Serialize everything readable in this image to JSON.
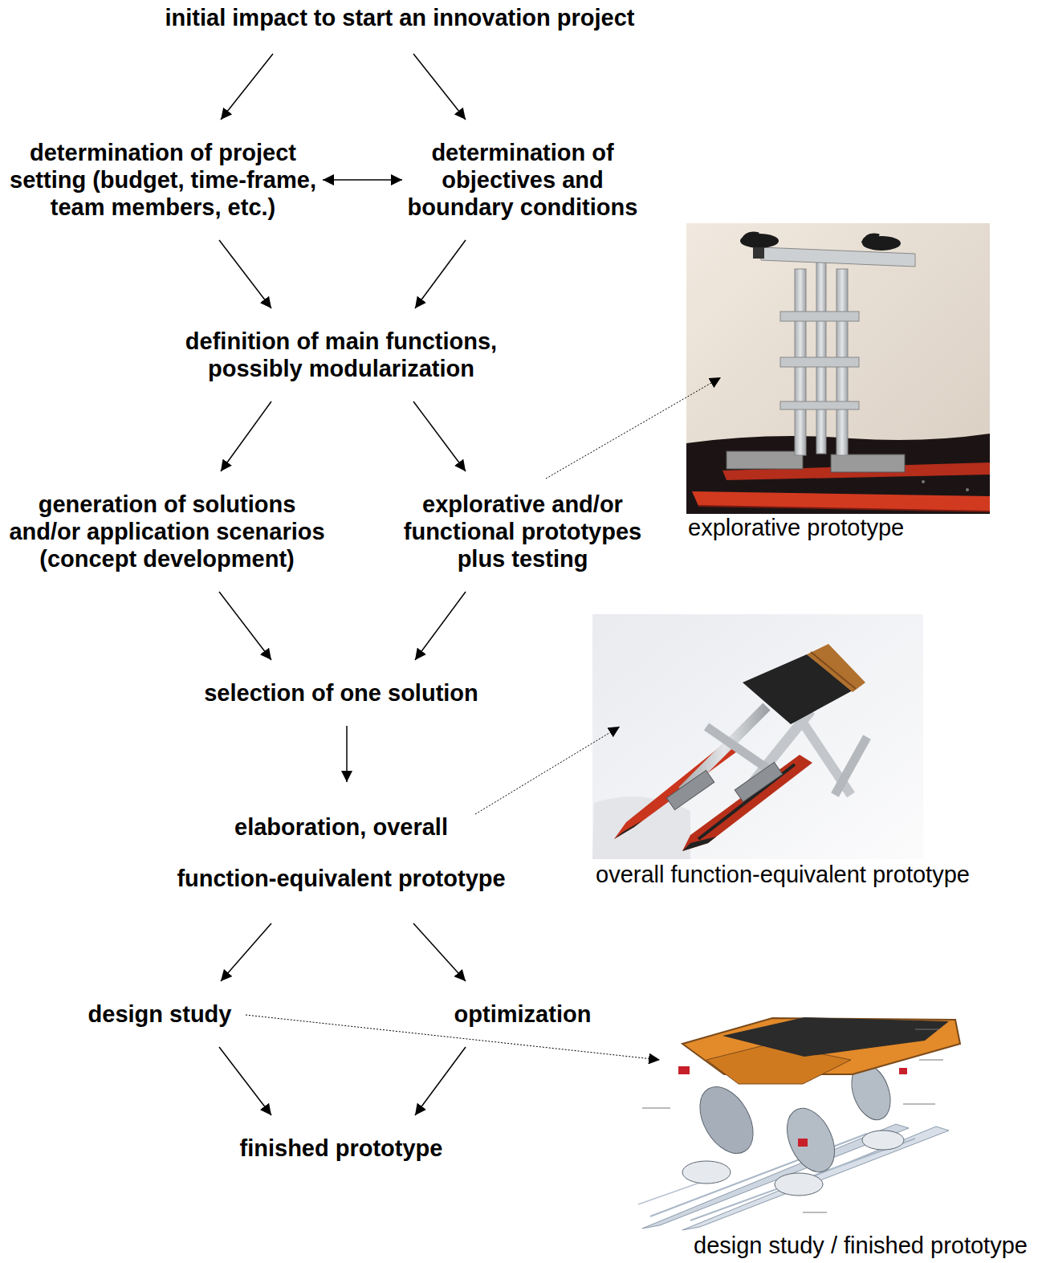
{
  "diagram": {
    "nodes": [
      {
        "text": [
          "initial impact to start an innovation project"
        ]
      },
      {
        "text": [
          "determination of project setting (budget, time-frame, team members, etc.)"
        ]
      },
      {
        "text": [
          "determination of objectives and boundary conditions"
        ]
      },
      {
        "text": [
          "definition of main functions, possibly modularization"
        ]
      },
      {
        "text": [
          "generation of solutions and/or application scenarios (concept development)"
        ]
      },
      {
        "text": [
          "explorative and/or functional prototypes plus testing"
        ]
      },
      {
        "text": [
          "selection of one solution"
        ]
      },
      {
        "text": [
          "elaboration, overall function-equivalent prototype"
        ]
      },
      {
        "text": [
          "design study"
        ]
      },
      {
        "text": [
          "optimization"
        ]
      },
      {
        "text": [
          "finished prototype"
        ]
      }
    ],
    "edges": [
      {
        "from": 0,
        "to": 1,
        "arrow": "to"
      },
      {
        "from": 0,
        "to": 2,
        "arrow": "to"
      },
      {
        "from": 1,
        "to": 2,
        "arrow": "both"
      },
      {
        "from": 1,
        "to": 3,
        "arrow": "to"
      },
      {
        "from": 2,
        "to": 3,
        "arrow": "to"
      },
      {
        "from": 3,
        "to": 4,
        "arrow": "to"
      },
      {
        "from": 3,
        "to": 5,
        "arrow": "to"
      },
      {
        "from": 4,
        "to": 6,
        "arrow": "to"
      },
      {
        "from": 5,
        "to": 6,
        "arrow": "to"
      },
      {
        "from": 6,
        "to": 7,
        "arrow": "to"
      },
      {
        "from": 7,
        "to": 8,
        "arrow": "to"
      },
      {
        "from": 7,
        "to": 9,
        "arrow": "to"
      },
      {
        "from": 8,
        "to": 10,
        "arrow": "to"
      },
      {
        "from": 9,
        "to": 10,
        "arrow": "to"
      }
    ],
    "labels": [
      "explorative prototype",
      "overall function-equivalent prototype",
      "design study / finished prototype"
    ]
  }
}
